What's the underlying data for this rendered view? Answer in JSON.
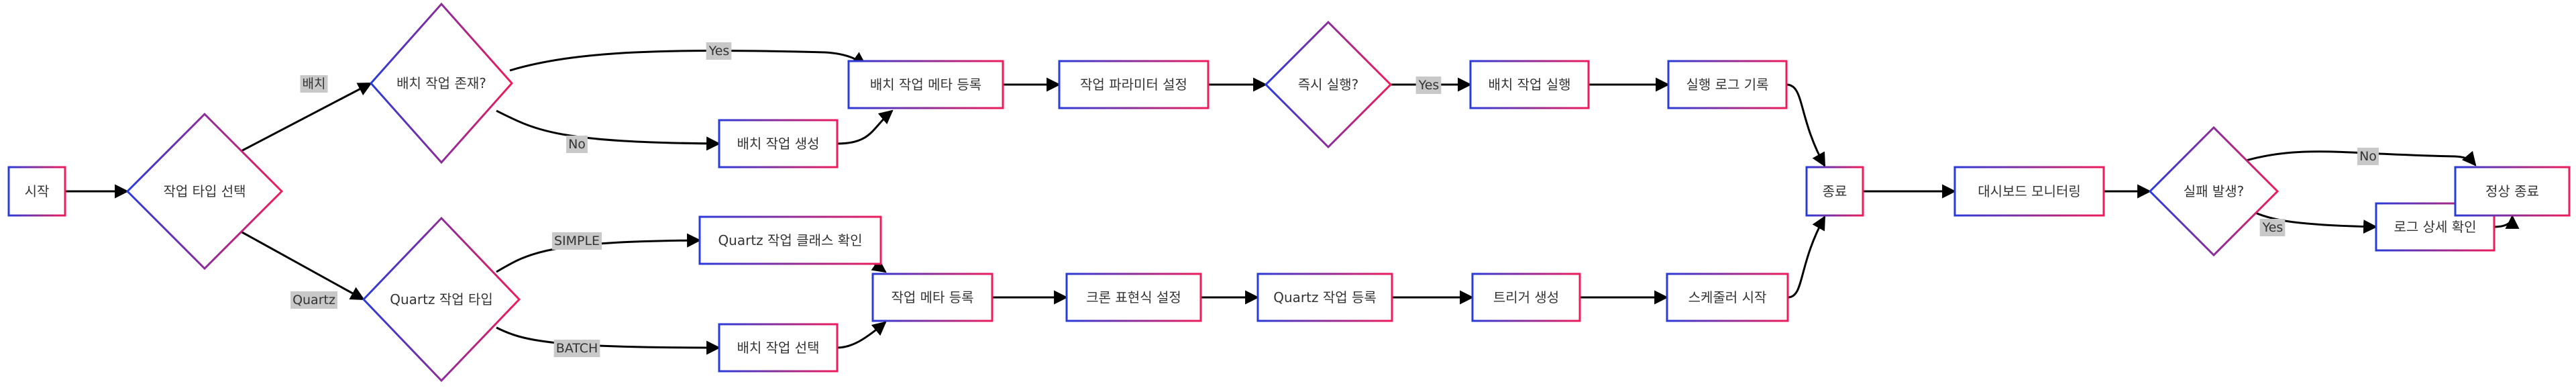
{
  "colors": {
    "background": "#ffffff",
    "node_fill": "#ffffff",
    "border_gradient_from": "#2a3bd9",
    "border_gradient_to": "#ee1c5a",
    "edge": "#000000",
    "label_bg": "#c8c8c8",
    "text": "#333333"
  },
  "nodes": {
    "start": {
      "label": "시작",
      "shape": "rect"
    },
    "job_type": {
      "label": "작업 타입 선택",
      "shape": "diamond"
    },
    "batch_exists": {
      "label": "배치 작업 존재?",
      "shape": "diamond"
    },
    "quartz_type": {
      "label": "Quartz 작업 타입",
      "shape": "diamond"
    },
    "batch_meta": {
      "label": "배치 작업 메타 등록",
      "shape": "rect"
    },
    "batch_create": {
      "label": "배치 작업 생성",
      "shape": "rect"
    },
    "quartz_class": {
      "label": "Quartz 작업 클래스 확인",
      "shape": "rect"
    },
    "batch_select": {
      "label": "배치 작업 선택",
      "shape": "rect"
    },
    "job_meta": {
      "label": "작업 메타 등록",
      "shape": "rect"
    },
    "param_set": {
      "label": "작업 파라미터 설정",
      "shape": "rect"
    },
    "cron_set": {
      "label": "크론 표현식 설정",
      "shape": "rect"
    },
    "run_now": {
      "label": "즉시 실행?",
      "shape": "diamond"
    },
    "quartz_reg": {
      "label": "Quartz 작업 등록",
      "shape": "rect"
    },
    "batch_run": {
      "label": "배치 작업 실행",
      "shape": "rect"
    },
    "trigger": {
      "label": "트리거 생성",
      "shape": "rect"
    },
    "run_log": {
      "label": "실행 로그 기록",
      "shape": "rect"
    },
    "scheduler": {
      "label": "스케줄러 시작",
      "shape": "rect"
    },
    "end": {
      "label": "종료",
      "shape": "rect"
    },
    "dashboard": {
      "label": "대시보드 모니터링",
      "shape": "rect"
    },
    "failure": {
      "label": "실패 발생?",
      "shape": "diamond"
    },
    "log_detail": {
      "label": "로그 상세 확인",
      "shape": "rect"
    },
    "normal_end": {
      "label": "정상 종료",
      "shape": "rect"
    }
  },
  "edges": [
    {
      "from": "start",
      "to": "job_type",
      "label": ""
    },
    {
      "from": "job_type",
      "to": "batch_exists",
      "label": "배치"
    },
    {
      "from": "job_type",
      "to": "quartz_type",
      "label": "Quartz"
    },
    {
      "from": "batch_exists",
      "to": "batch_meta",
      "label": "Yes"
    },
    {
      "from": "batch_exists",
      "to": "batch_create",
      "label": "No"
    },
    {
      "from": "batch_create",
      "to": "batch_meta",
      "label": ""
    },
    {
      "from": "quartz_type",
      "to": "quartz_class",
      "label": "SIMPLE"
    },
    {
      "from": "quartz_type",
      "to": "batch_select",
      "label": "BATCH"
    },
    {
      "from": "quartz_class",
      "to": "job_meta",
      "label": ""
    },
    {
      "from": "batch_select",
      "to": "job_meta",
      "label": ""
    },
    {
      "from": "batch_meta",
      "to": "param_set",
      "label": ""
    },
    {
      "from": "param_set",
      "to": "run_now",
      "label": ""
    },
    {
      "from": "run_now",
      "to": "batch_run",
      "label": "Yes"
    },
    {
      "from": "batch_run",
      "to": "run_log",
      "label": ""
    },
    {
      "from": "run_log",
      "to": "end",
      "label": ""
    },
    {
      "from": "job_meta",
      "to": "cron_set",
      "label": ""
    },
    {
      "from": "cron_set",
      "to": "quartz_reg",
      "label": ""
    },
    {
      "from": "quartz_reg",
      "to": "trigger",
      "label": ""
    },
    {
      "from": "trigger",
      "to": "scheduler",
      "label": ""
    },
    {
      "from": "scheduler",
      "to": "end",
      "label": ""
    },
    {
      "from": "end",
      "to": "dashboard",
      "label": ""
    },
    {
      "from": "dashboard",
      "to": "failure",
      "label": ""
    },
    {
      "from": "failure",
      "to": "normal_end",
      "label": "No"
    },
    {
      "from": "failure",
      "to": "log_detail",
      "label": "Yes"
    },
    {
      "from": "log_detail",
      "to": "normal_end",
      "label": ""
    }
  ]
}
